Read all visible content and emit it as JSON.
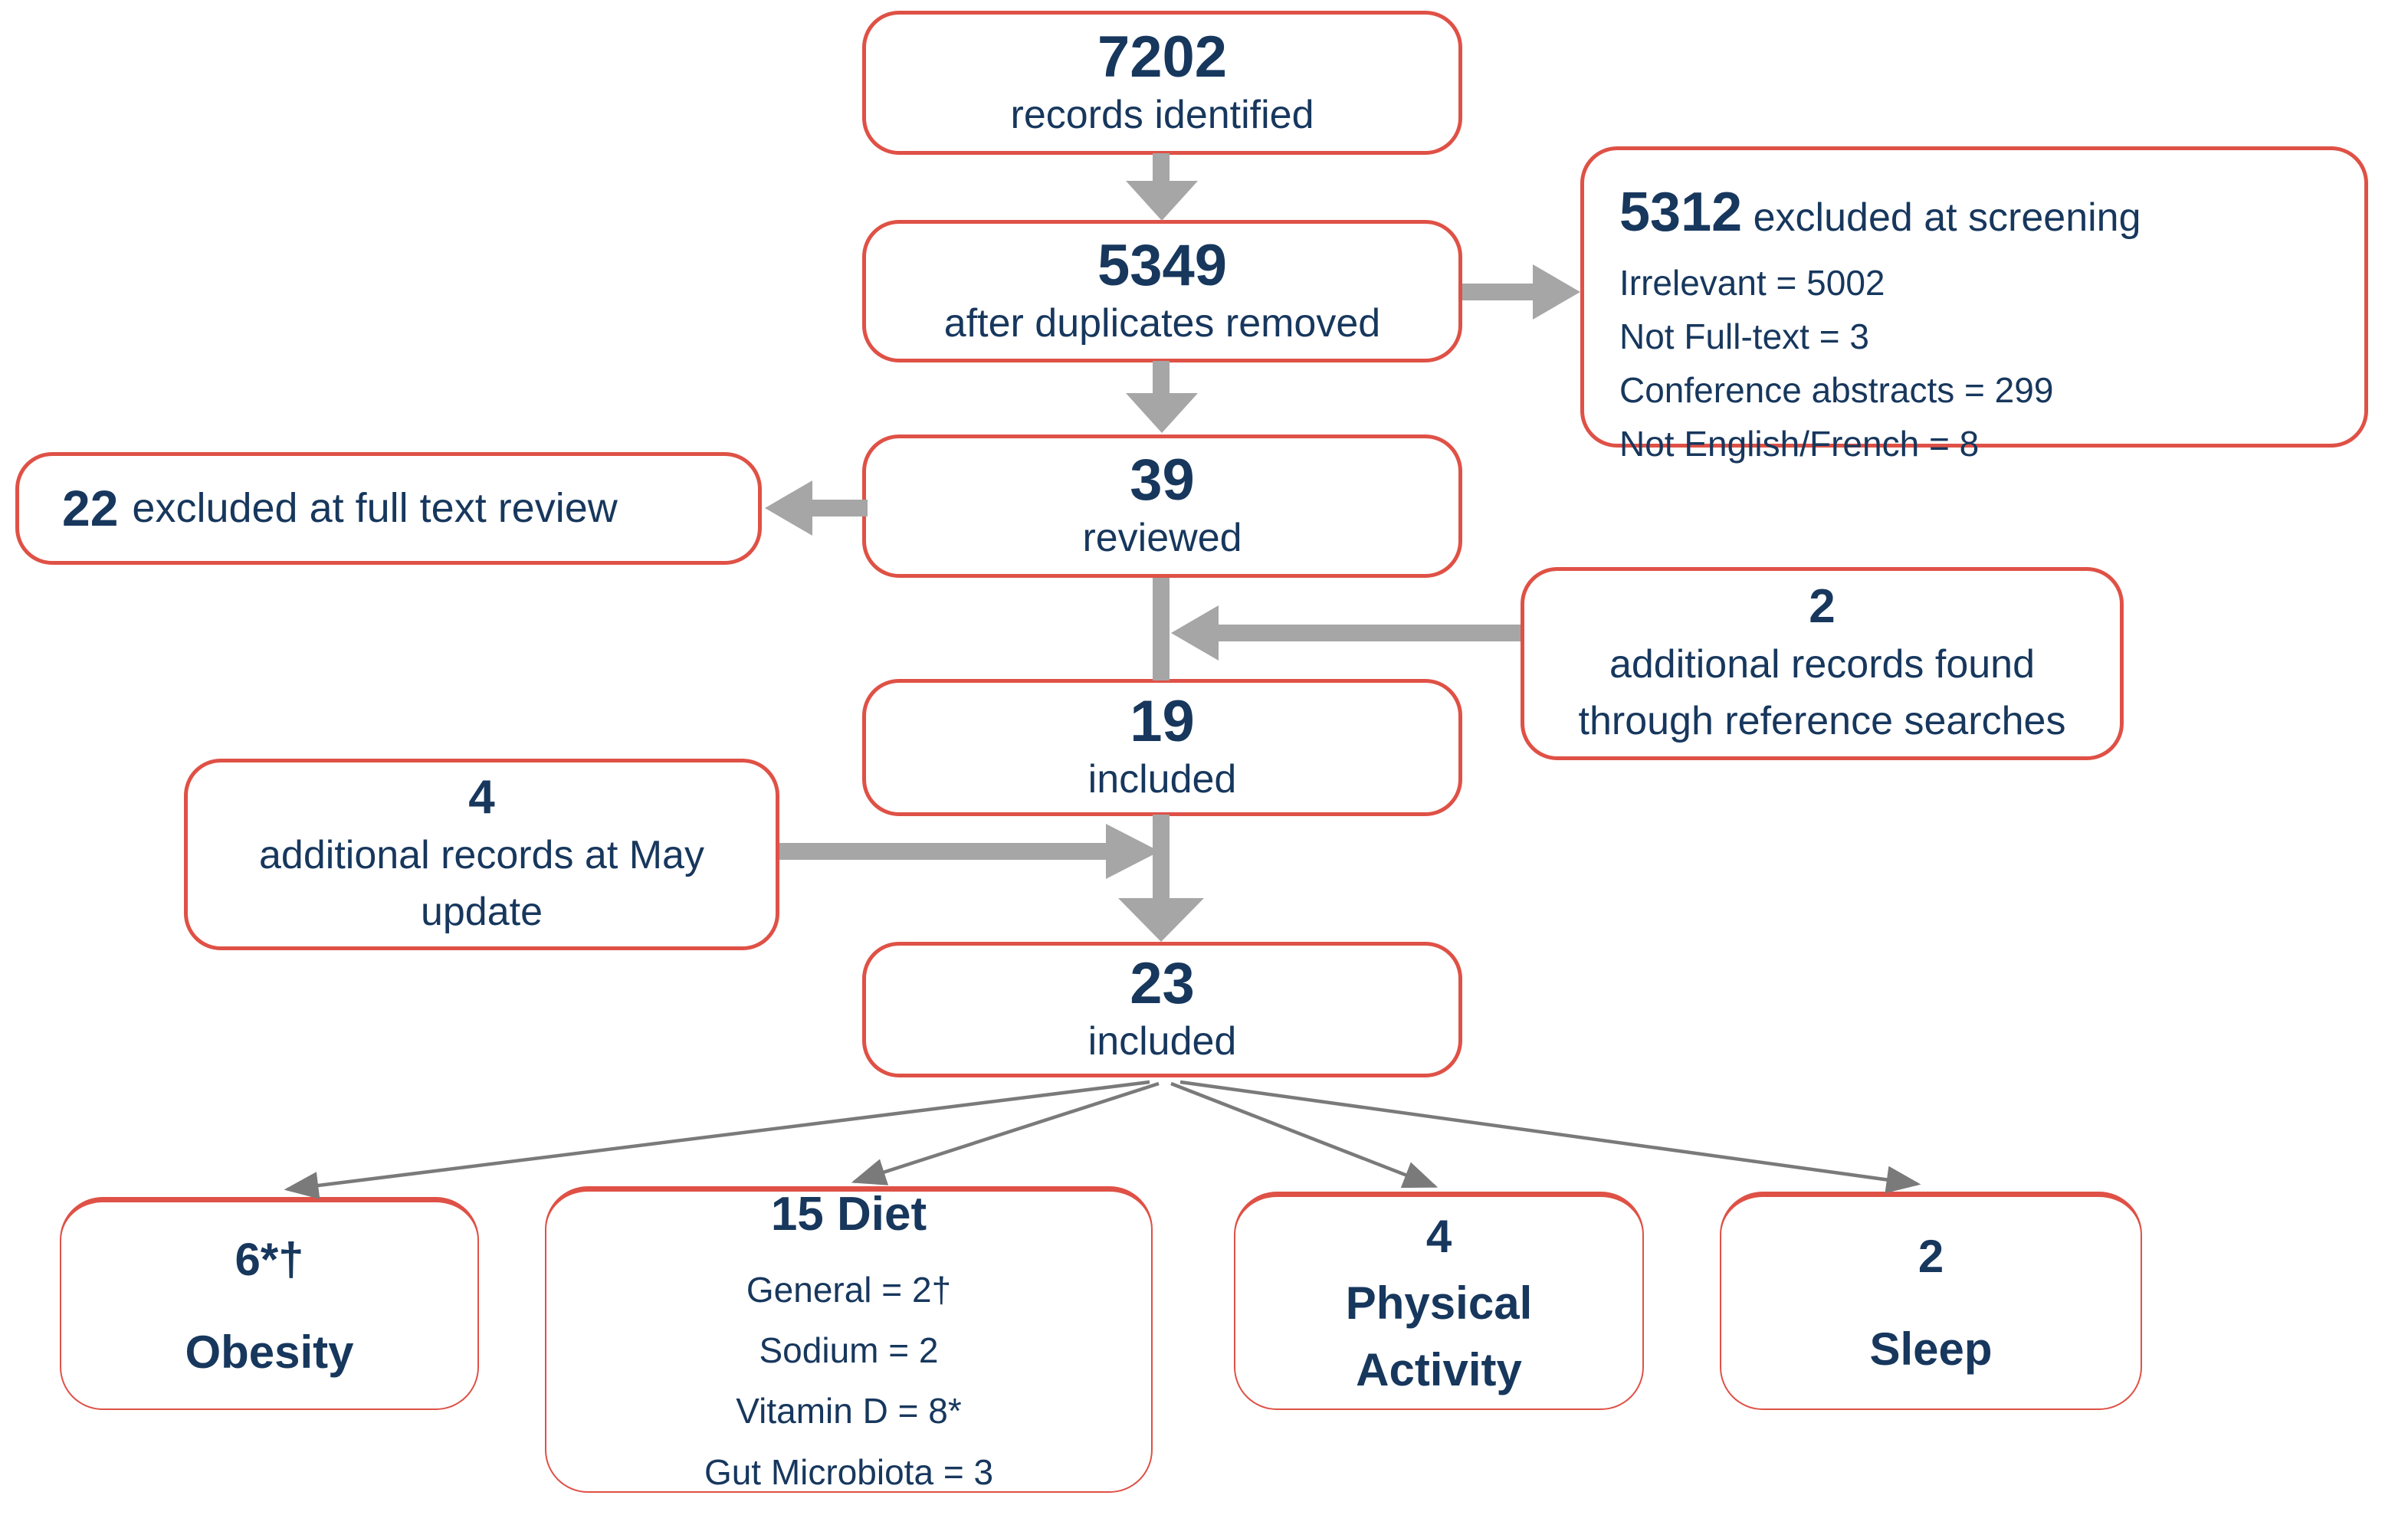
{
  "colors": {
    "box_border_red": "#df5146",
    "text_navy": "#17375d",
    "arrow_gray": "#a6a6a6",
    "fan_line_gray": "#7a7a7a"
  },
  "flow": {
    "records_identified": {
      "number": "7202",
      "label": "records identified"
    },
    "after_duplicates": {
      "number": "5349",
      "label": "after duplicates removed"
    },
    "excluded_screening": {
      "number": "5312",
      "label": "excluded at screening",
      "items": [
        "Irrelevant = 5002",
        "Not Full-text = 3",
        "Conference abstracts = 299",
        "Not English/French = 8"
      ]
    },
    "reviewed": {
      "number": "39",
      "label": "reviewed"
    },
    "excluded_fulltext": {
      "number": "22",
      "label": "excluded at full text review"
    },
    "reference_searches": {
      "number": "2",
      "lines": [
        "additional records found",
        "through reference searches"
      ]
    },
    "included_19": {
      "number": "19",
      "label": "included"
    },
    "may_update": {
      "number": "4",
      "lines": [
        "additional records at May",
        "update"
      ]
    },
    "included_23": {
      "number": "23",
      "label": "included"
    }
  },
  "outcomes": {
    "obesity": {
      "number": "6*†",
      "label": "Obesity"
    },
    "diet": {
      "heading": "15 Diet",
      "items": [
        "General = 2†",
        "Sodium = 2",
        "Vitamin D = 8*",
        "Gut Microbiota = 3"
      ]
    },
    "physical_activity": {
      "number": "4",
      "lines": [
        "Physical",
        "Activity"
      ]
    },
    "sleep": {
      "number": "2",
      "label": "Sleep"
    }
  }
}
